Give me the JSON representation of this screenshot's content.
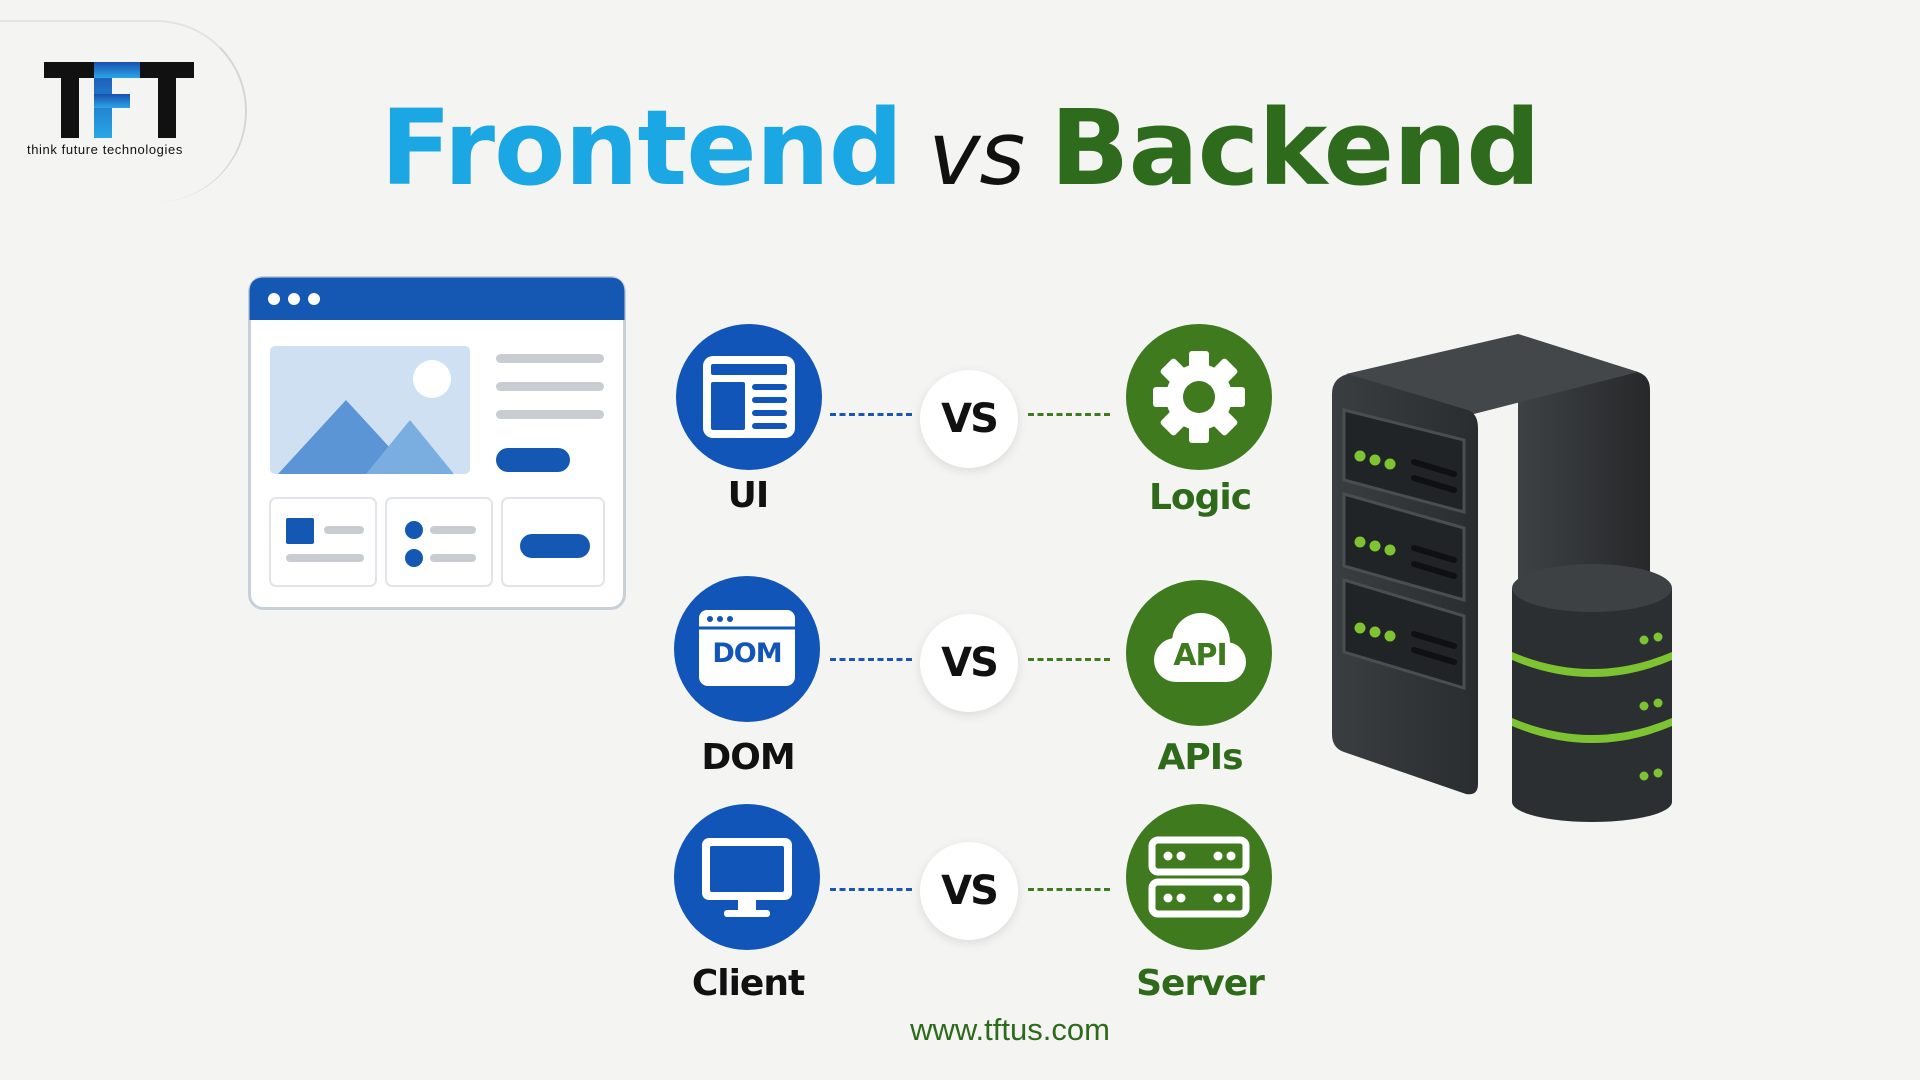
{
  "logo": {
    "text": "TFT",
    "tagline": "think future technologies"
  },
  "title": {
    "frontend": "Frontend",
    "vs": "vs",
    "backend": "Backend"
  },
  "comparisons": [
    {
      "frontend": {
        "label": "UI",
        "icon": "ui-layout-icon"
      },
      "vs": "VS",
      "backend": {
        "label": "Logic",
        "icon": "gear-icon"
      }
    },
    {
      "frontend": {
        "label": "DOM",
        "icon": "dom-window-icon",
        "icon_text": "DOM"
      },
      "vs": "VS",
      "backend": {
        "label": "APIs",
        "icon": "api-cloud-icon",
        "icon_text": "API"
      }
    },
    {
      "frontend": {
        "label": "Client",
        "icon": "monitor-icon"
      },
      "vs": "VS",
      "backend": {
        "label": "Server",
        "icon": "server-rack-icon"
      }
    }
  ],
  "illustrations": {
    "left": "browser-window-icon",
    "right": "server-database-icon"
  },
  "footer": {
    "website": "www.tftus.com"
  },
  "colors": {
    "frontend_title": "#1aa7e3",
    "frontend_icon": "#1155b8",
    "backend_title": "#2e6b1c",
    "backend_icon": "#3f7a1f",
    "server_body": "#2e3234",
    "server_led": "#7ec332",
    "background": "#f4f4f3"
  }
}
